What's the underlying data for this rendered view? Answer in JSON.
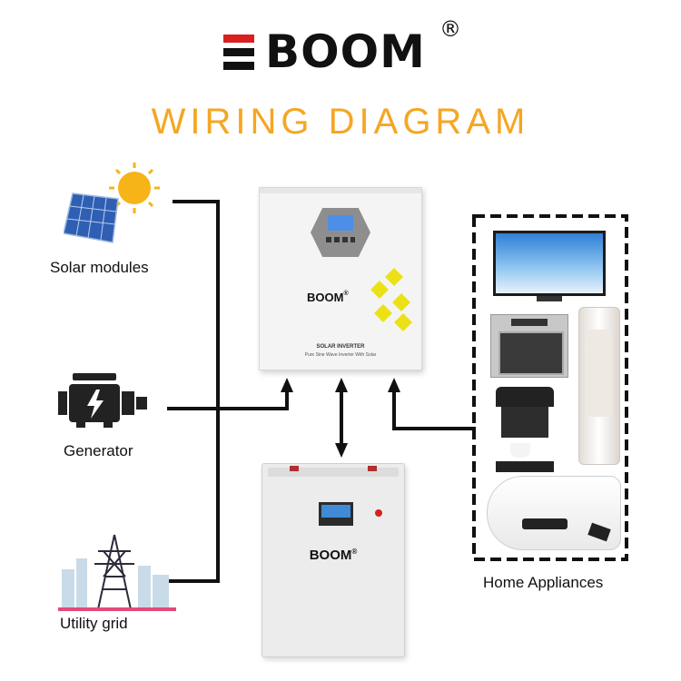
{
  "brand": {
    "name": "BOOM",
    "registered": "®"
  },
  "title": "WIRING DIAGRAM",
  "sources": {
    "solar": "Solar modules",
    "generator": "Generator",
    "grid": "Utility grid"
  },
  "appliances_label": "Home Appliances",
  "inverter": {
    "brand": "BOOM",
    "registered": "®",
    "title": "SOLAR INVERTER",
    "subtitle": "Pure Sine Wave Inverter With Solar"
  },
  "battery": {
    "brand": "BOOM",
    "registered": "®"
  },
  "colors": {
    "accent": "#f5a623",
    "line": "#111111",
    "logo_red": "#d8201e"
  }
}
